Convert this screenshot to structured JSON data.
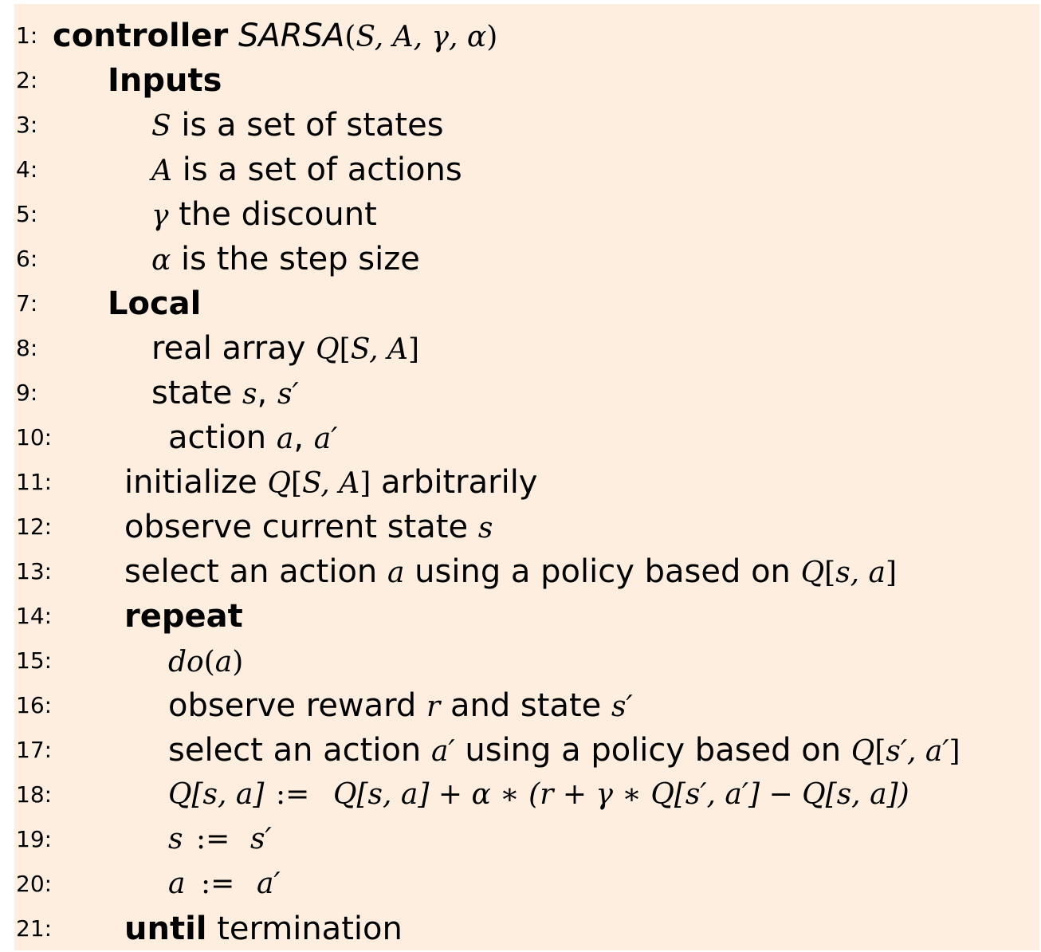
{
  "lines": [
    {
      "n": "1:",
      "parts": [
        "controller",
        "SARSA",
        "(",
        "S, A, γ, α",
        ")"
      ]
    },
    {
      "n": "2:",
      "parts": [
        "Inputs"
      ]
    },
    {
      "n": "3:",
      "parts": [
        "S",
        " is a set of states"
      ]
    },
    {
      "n": "4:",
      "parts": [
        "A",
        " is a set of actions"
      ]
    },
    {
      "n": "5:",
      "parts": [
        "γ",
        " the discount"
      ]
    },
    {
      "n": "6:",
      "parts": [
        "α",
        " is the step size"
      ]
    },
    {
      "n": "7:",
      "parts": [
        "Local"
      ]
    },
    {
      "n": "8:",
      "parts": [
        "real array ",
        "Q",
        "[",
        "S, A",
        "]"
      ]
    },
    {
      "n": "9:",
      "parts": [
        "state ",
        "s",
        ", ",
        "s′"
      ]
    },
    {
      "n": "10:",
      "parts": [
        "action ",
        "a",
        ", ",
        "a′"
      ]
    },
    {
      "n": "11:",
      "parts": [
        "initialize ",
        "Q",
        "[",
        "S, A",
        "]",
        " arbitrarily"
      ]
    },
    {
      "n": "12:",
      "parts": [
        "observe current state ",
        "s"
      ]
    },
    {
      "n": "13:",
      "parts": [
        "select an action ",
        "a",
        " using a policy based on ",
        "Q",
        "[",
        "s, a",
        "]"
      ]
    },
    {
      "n": "14:",
      "parts": [
        "repeat"
      ]
    },
    {
      "n": "15:",
      "parts": [
        "do",
        "(",
        "a",
        ")"
      ]
    },
    {
      "n": "16:",
      "parts": [
        "observe reward ",
        "r",
        " and state ",
        "s′"
      ]
    },
    {
      "n": "17:",
      "parts": [
        "select an action ",
        "a′",
        " using a policy based on ",
        "Q",
        "[",
        "s′, a′",
        "]"
      ]
    },
    {
      "n": "18:",
      "parts": [
        "Q[s, a]",
        ":=",
        "Q[s, a] + α ∗ (r + γ ∗ Q[s′, a′] − Q[s, a])"
      ]
    },
    {
      "n": "19:",
      "parts": [
        "s",
        ":=",
        "s′"
      ]
    },
    {
      "n": "20:",
      "parts": [
        "a",
        ":=",
        "a′"
      ]
    },
    {
      "n": "21:",
      "parts": [
        "until",
        " termination"
      ]
    }
  ]
}
